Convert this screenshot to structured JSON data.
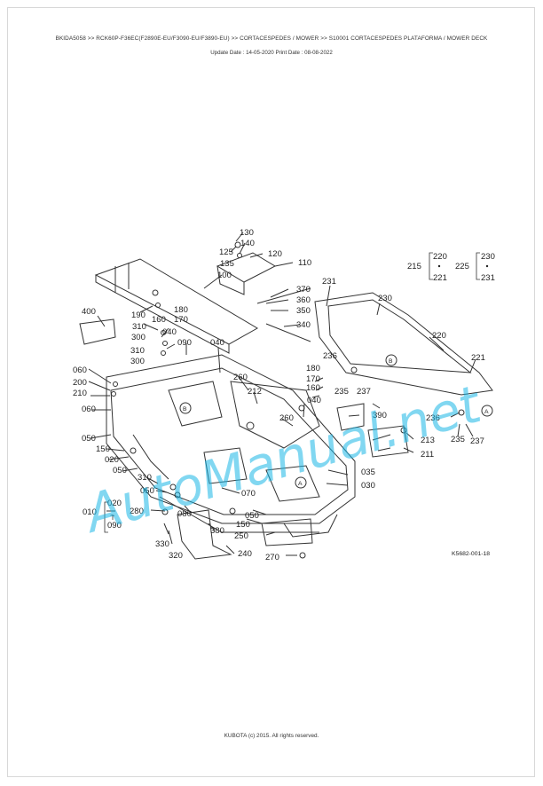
{
  "header": {
    "breadcrumb": "BKIDA5058 >> RCK60P-F36EC(F2890E-EU/F3090-EU/F3890-EU) >> CORTACESPEDES / MOWER >> S10001   CORTACESPEDES PLATAFORMA / MOWER DECK",
    "dates": "Update Date : 14-05-2020   Print Date : 08-08-2022"
  },
  "diagram": {
    "reference_code": "K5682-001-18",
    "watermark": "AutoManual.net",
    "labels": [
      "130",
      "140",
      "125",
      "120",
      "135",
      "110",
      "100",
      "370",
      "360",
      "350",
      "340",
      "231",
      "230",
      "220",
      "221",
      "215",
      "225",
      "400",
      "190",
      "180",
      "160",
      "170",
      "310",
      "040",
      "300",
      "090",
      "060",
      "200",
      "210",
      "260",
      "212",
      "236",
      "235",
      "237",
      "180",
      "170",
      "160",
      "040",
      "390",
      "213",
      "211",
      "035",
      "030",
      "050",
      "150",
      "020",
      "080",
      "070",
      "010",
      "090",
      "280",
      "330",
      "320",
      "380",
      "240",
      "250",
      "270"
    ],
    "bracket_215": {
      "label": "215",
      "top": "220",
      "bottom": "221"
    },
    "bracket_225": {
      "label": "225",
      "top": "230",
      "bottom": "231"
    },
    "bracket_010": {
      "label": "010",
      "top": "020",
      "bottom": "090"
    },
    "marker_a": "A",
    "marker_b": "B"
  },
  "footer": {
    "copyright": "KUBOTA (c) 2015. All rights reserved."
  }
}
